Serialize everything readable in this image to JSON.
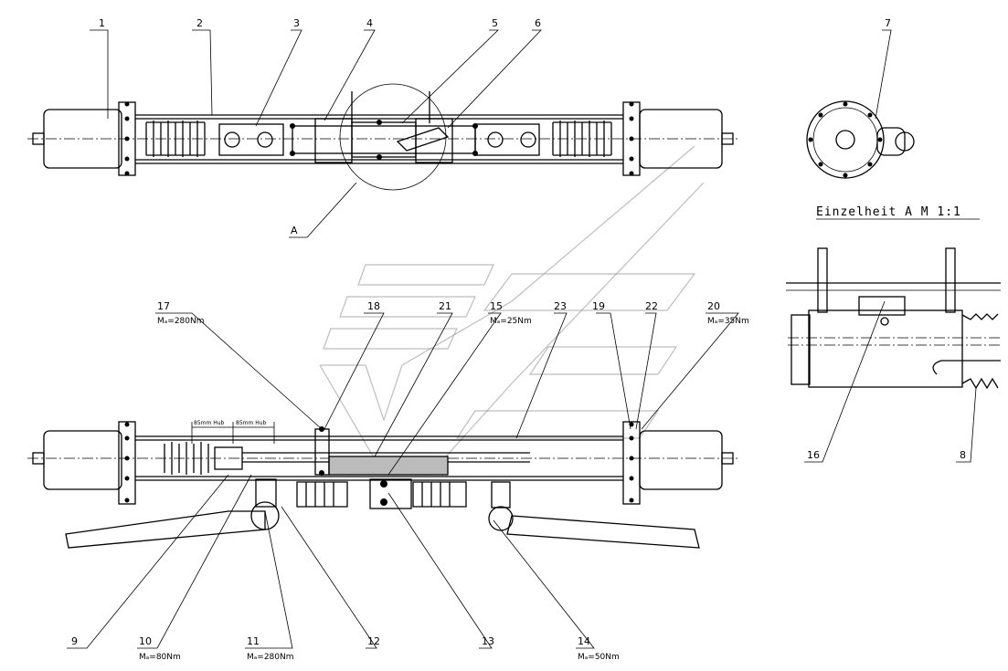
{
  "detail": {
    "title": "Einzelheit A   M 1:1",
    "marker": "A"
  },
  "parts": [
    "1",
    "2",
    "3",
    "4",
    "5",
    "6",
    "7",
    "8",
    "9",
    "10",
    "11",
    "12",
    "13",
    "14",
    "15",
    "16",
    "17",
    "18",
    "19",
    "20",
    "21",
    "22",
    "23"
  ],
  "torques": {
    "t17": "Mₐ=280Nm",
    "t15": "Mₐ=25Nm",
    "t20": "Mₐ=35Nm",
    "t10": "Mₐ=80Nm",
    "t11": "Mₐ=280Nm",
    "t14": "Mₐ=50Nm"
  },
  "stroke": {
    "left": "85mm Hub",
    "right": "85mm Hub"
  }
}
